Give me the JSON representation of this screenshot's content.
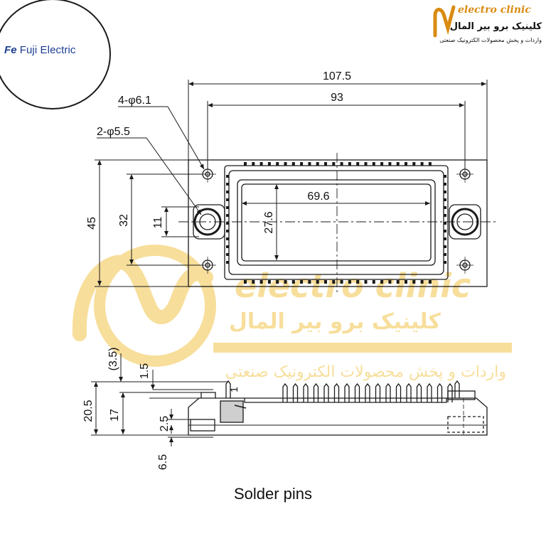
{
  "logo": {
    "brand_mark": "Fe",
    "brand_name": "Fuji Electric"
  },
  "watermark_brand": {
    "latin": "electro clinic",
    "farsi_main": "کلینیک برو بیر المال",
    "farsi_sub": "واردات و پخش محصولات الکترونیک صنعتی"
  },
  "dimensions": {
    "overall_length": "107.5",
    "mount_pitch": "93",
    "holes_small": "4-φ6.1",
    "holes_large": "2-φ5.5",
    "overall_width": "45",
    "hole_span_v": "32",
    "large_hole_dia_span": "11",
    "window_length": "69.6",
    "window_width": "27.6",
    "side_total_height": "20.5",
    "side_body_height": "17",
    "pin_offset": "(3.5)",
    "pin_top": "1.5",
    "pin_small": "1",
    "base_step": "2.5",
    "pin_below": "6.5"
  },
  "caption": "Solder pins",
  "colors": {
    "line": "#1a1a1a",
    "watermark": "#f6d98a",
    "brand_orange": "#d98b12"
  }
}
